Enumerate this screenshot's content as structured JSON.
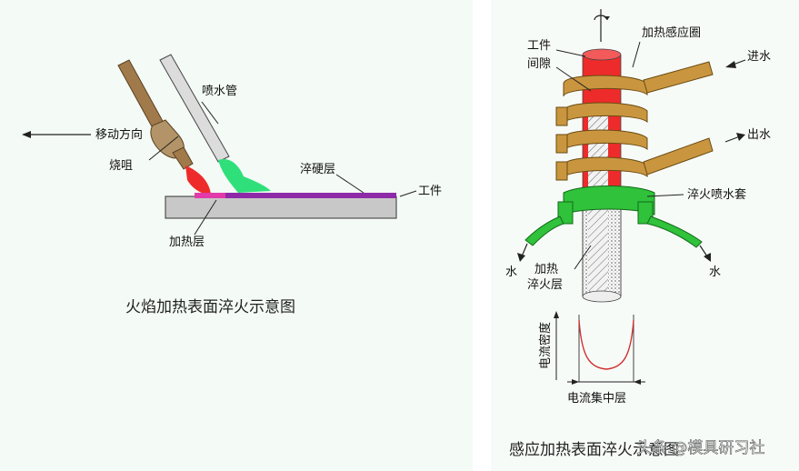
{
  "flame": {
    "move_direction": "移动方向",
    "torch": "烧咀",
    "water_pipe": "喷水管",
    "hardened_layer": "淬硬层",
    "workpiece": "工件",
    "heating_layer": "加热层",
    "caption": "火焰加热表面淬火示意图"
  },
  "induction": {
    "workpiece": "工件",
    "gap": "间隙",
    "coil": "加热感应圈",
    "water_in": "进水",
    "water_out": "出水",
    "spray_jacket": "淬火喷水套",
    "water_left": "水",
    "water_right": "水",
    "heat_line1": "加热",
    "heat_line2": "淬火层",
    "current_density": "电流密度",
    "current_concentration": "电流集中层",
    "caption": "感应加热表面淬火示意图"
  },
  "watermark": "头条 @模具研习社",
  "colors": {
    "red": "#ee2b2b",
    "copper": "#c9963f",
    "green": "#2fc23a",
    "purple": "#8e2aa8",
    "gray": "#c8c8c8"
  }
}
